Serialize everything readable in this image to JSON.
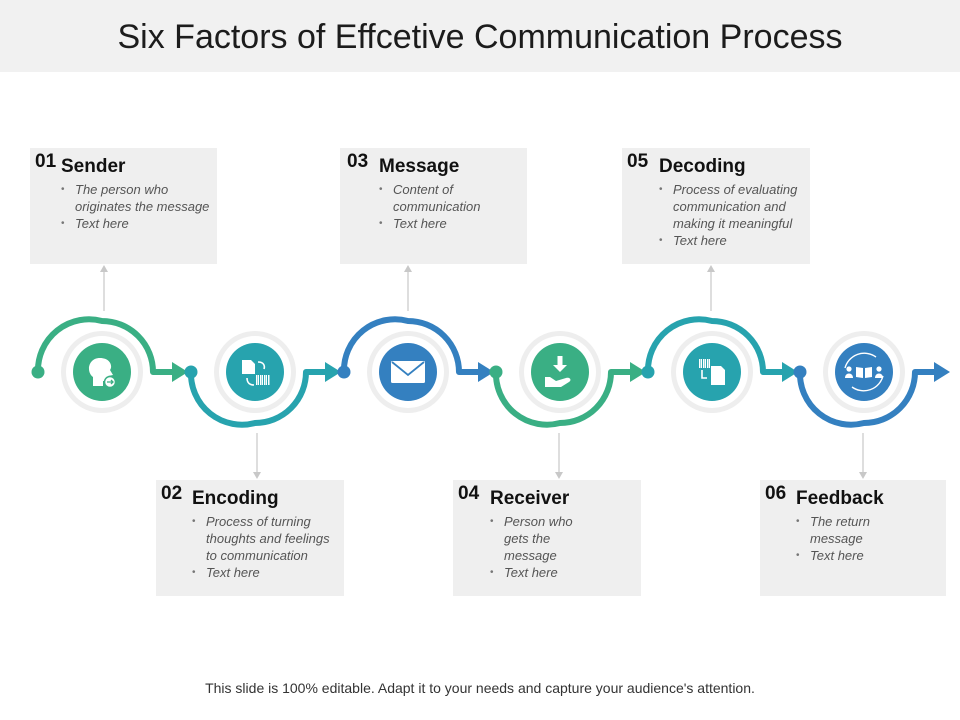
{
  "title": "Six Factors of Effcetive Communication Process",
  "footer": "This slide is 100% editable. Adapt it to your needs and capture your audience's attention.",
  "colors": {
    "green": "#3aaf84",
    "teal": "#27a3ae",
    "blue": "#3480c0",
    "card": "#efefef",
    "ring": "#eeeeee",
    "connector": "#c8c8c8"
  },
  "steps": [
    {
      "num": "01",
      "name": "Sender",
      "bullets": [
        "The person who originates the message",
        "Text here"
      ],
      "icon": "person-head-icon",
      "color": "green"
    },
    {
      "num": "02",
      "name": "Encoding",
      "bullets": [
        "Process of turning thoughts and feelings to communication",
        "Text here"
      ],
      "icon": "document-barcode-icon",
      "color": "teal"
    },
    {
      "num": "03",
      "name": "Message",
      "bullets": [
        "Content of communication",
        "Text here"
      ],
      "icon": "envelope-icon",
      "color": "blue"
    },
    {
      "num": "04",
      "name": "Receiver",
      "bullets": [
        "Person who gets the message",
        "Text here"
      ],
      "icon": "hand-receive-icon",
      "color": "green"
    },
    {
      "num": "05",
      "name": "Decoding",
      "bullets": [
        "Process of evaluating communication and making it meaningful",
        "Text here"
      ],
      "icon": "barcode-document-icon",
      "color": "teal"
    },
    {
      "num": "06",
      "name": "Feedback",
      "bullets": [
        "The return message",
        "Text here"
      ],
      "icon": "people-book-icon",
      "color": "blue"
    }
  ]
}
